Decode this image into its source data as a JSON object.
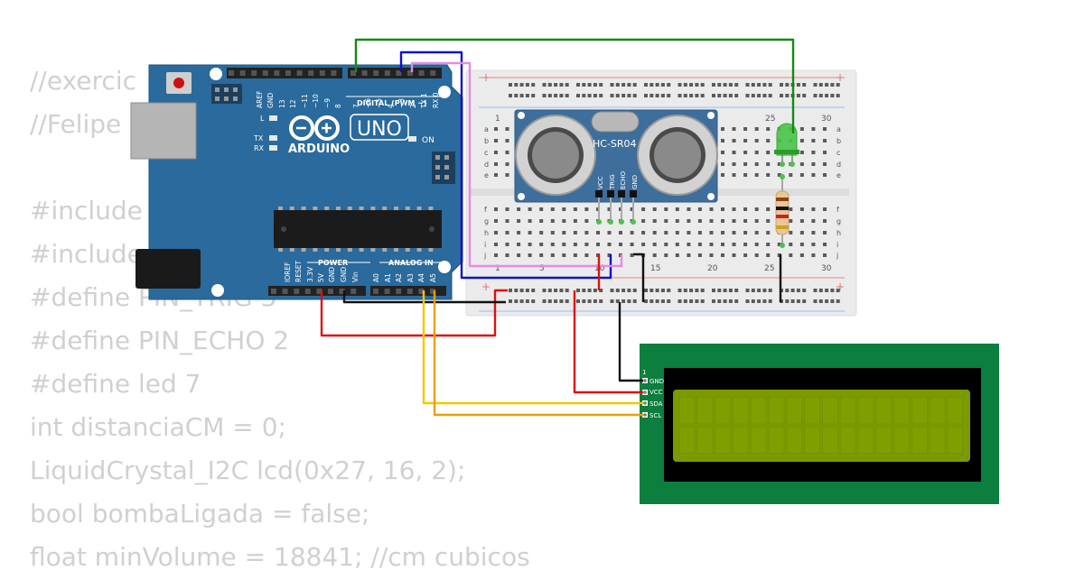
{
  "code_lines": [
    "//exercic",
    "//Felipe",
    "",
    "#include",
    "#include",
    "#define PIN_TRIG 3",
    "#define PIN_ECHO 2",
    "#define led 7",
    "int distanciaCM = 0;",
    "LiquidCrystal_I2C lcd(0x27, 16, 2);",
    "bool bombaLigada = false;",
    "float minVolume = 18841; //cm cubicos"
  ],
  "arduino": {
    "brand": "ARDUINO",
    "model": "UNO",
    "on_label": "ON",
    "l_label": "L",
    "tx_label": "TX",
    "rx_label": "RX",
    "digital_label": "DIGITAL (PWM ~)",
    "power_label": "POWER",
    "analog_label": "ANALOG IN",
    "digital_pins": [
      "AREF",
      "GND",
      "13",
      "12",
      "~11",
      "~10",
      "~9",
      "8",
      "7",
      "~6",
      "~5",
      "4",
      "~3",
      "2",
      "TX 1",
      "RX 0"
    ],
    "power_pins": [
      "IOREF",
      "RESET",
      "3.3V",
      "5V",
      "GND",
      "GND",
      "Vin"
    ],
    "analog_pins": [
      "A0",
      "A1",
      "A2",
      "A3",
      "A4",
      "A5"
    ]
  },
  "breadboard": {
    "rows_top": [
      "a",
      "b",
      "c",
      "d",
      "e"
    ],
    "rows_bottom": [
      "f",
      "g",
      "h",
      "i",
      "j"
    ],
    "col_numbers_top": [
      "1",
      "25",
      "30"
    ],
    "col_numbers_bottom": [
      "1",
      "5",
      "10",
      "15",
      "20",
      "25",
      "30"
    ],
    "rail_plus": "+"
  },
  "sensor": {
    "name": "HC-SR04",
    "pins": [
      "VCC",
      "TRIG",
      "ECHO",
      "GND"
    ]
  },
  "lcd": {
    "pin_index": "1",
    "pins": [
      "GND",
      "VCC",
      "SDA",
      "SCL"
    ]
  },
  "colors": {
    "board": "#2a6a9c",
    "wire_green": "#138a13",
    "wire_blue": "#1010c8",
    "wire_pink": "#e68ae6",
    "wire_red": "#dd1111",
    "wire_black": "#111111",
    "wire_yellow": "#f2c800",
    "wire_orange": "#e8a000",
    "lcd_pcb": "#0c7e3e",
    "lcd_screen": "#7b9a00"
  }
}
